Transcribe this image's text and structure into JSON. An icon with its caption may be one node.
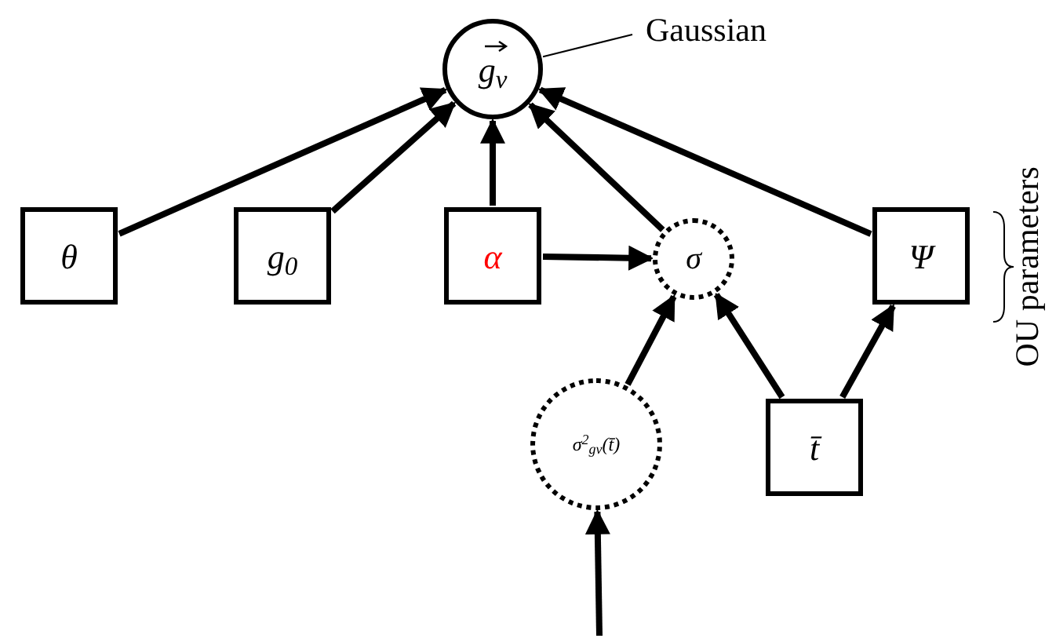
{
  "diagram": {
    "nodes": [
      {
        "text": [
          "g$_{v}$"
        ]
      },
      {
        "text": [
          "θ"
        ]
      },
      {
        "text": [
          "g$_{0}$"
        ]
      },
      {
        "text": [
          "α"
        ]
      },
      {
        "text": [
          "σ"
        ]
      },
      {
        "text": [
          "Ψ"
        ]
      },
      {
        "text": [
          "σ$^{2}$$_{gv}$(t̄)"
        ]
      },
      {
        "text": [
          "t̄"
        ]
      },
      {
        "text": [
          "Gaussian"
        ]
      }
    ],
    "edges": [
      {
        "from": 1,
        "to": 0,
        "arrow": "to"
      },
      {
        "from": 2,
        "to": 0,
        "arrow": "to"
      },
      {
        "from": 3,
        "to": 0,
        "arrow": "to"
      },
      {
        "from": 4,
        "to": 0,
        "arrow": "to"
      },
      {
        "from": 5,
        "to": 0,
        "arrow": "to"
      },
      {
        "from": 3,
        "to": 4,
        "arrow": "to"
      },
      {
        "from": 6,
        "to": 4,
        "arrow": "to"
      },
      {
        "from": 7,
        "to": 4,
        "arrow": "to"
      },
      {
        "from": 7,
        "to": 5,
        "arrow": "to"
      },
      {
        "from": null,
        "to": 6,
        "arrow": "to"
      },
      {
        "from": 8,
        "to": 0,
        "arrow": "none"
      }
    ],
    "labels": [
      "OU parameters"
    ]
  }
}
